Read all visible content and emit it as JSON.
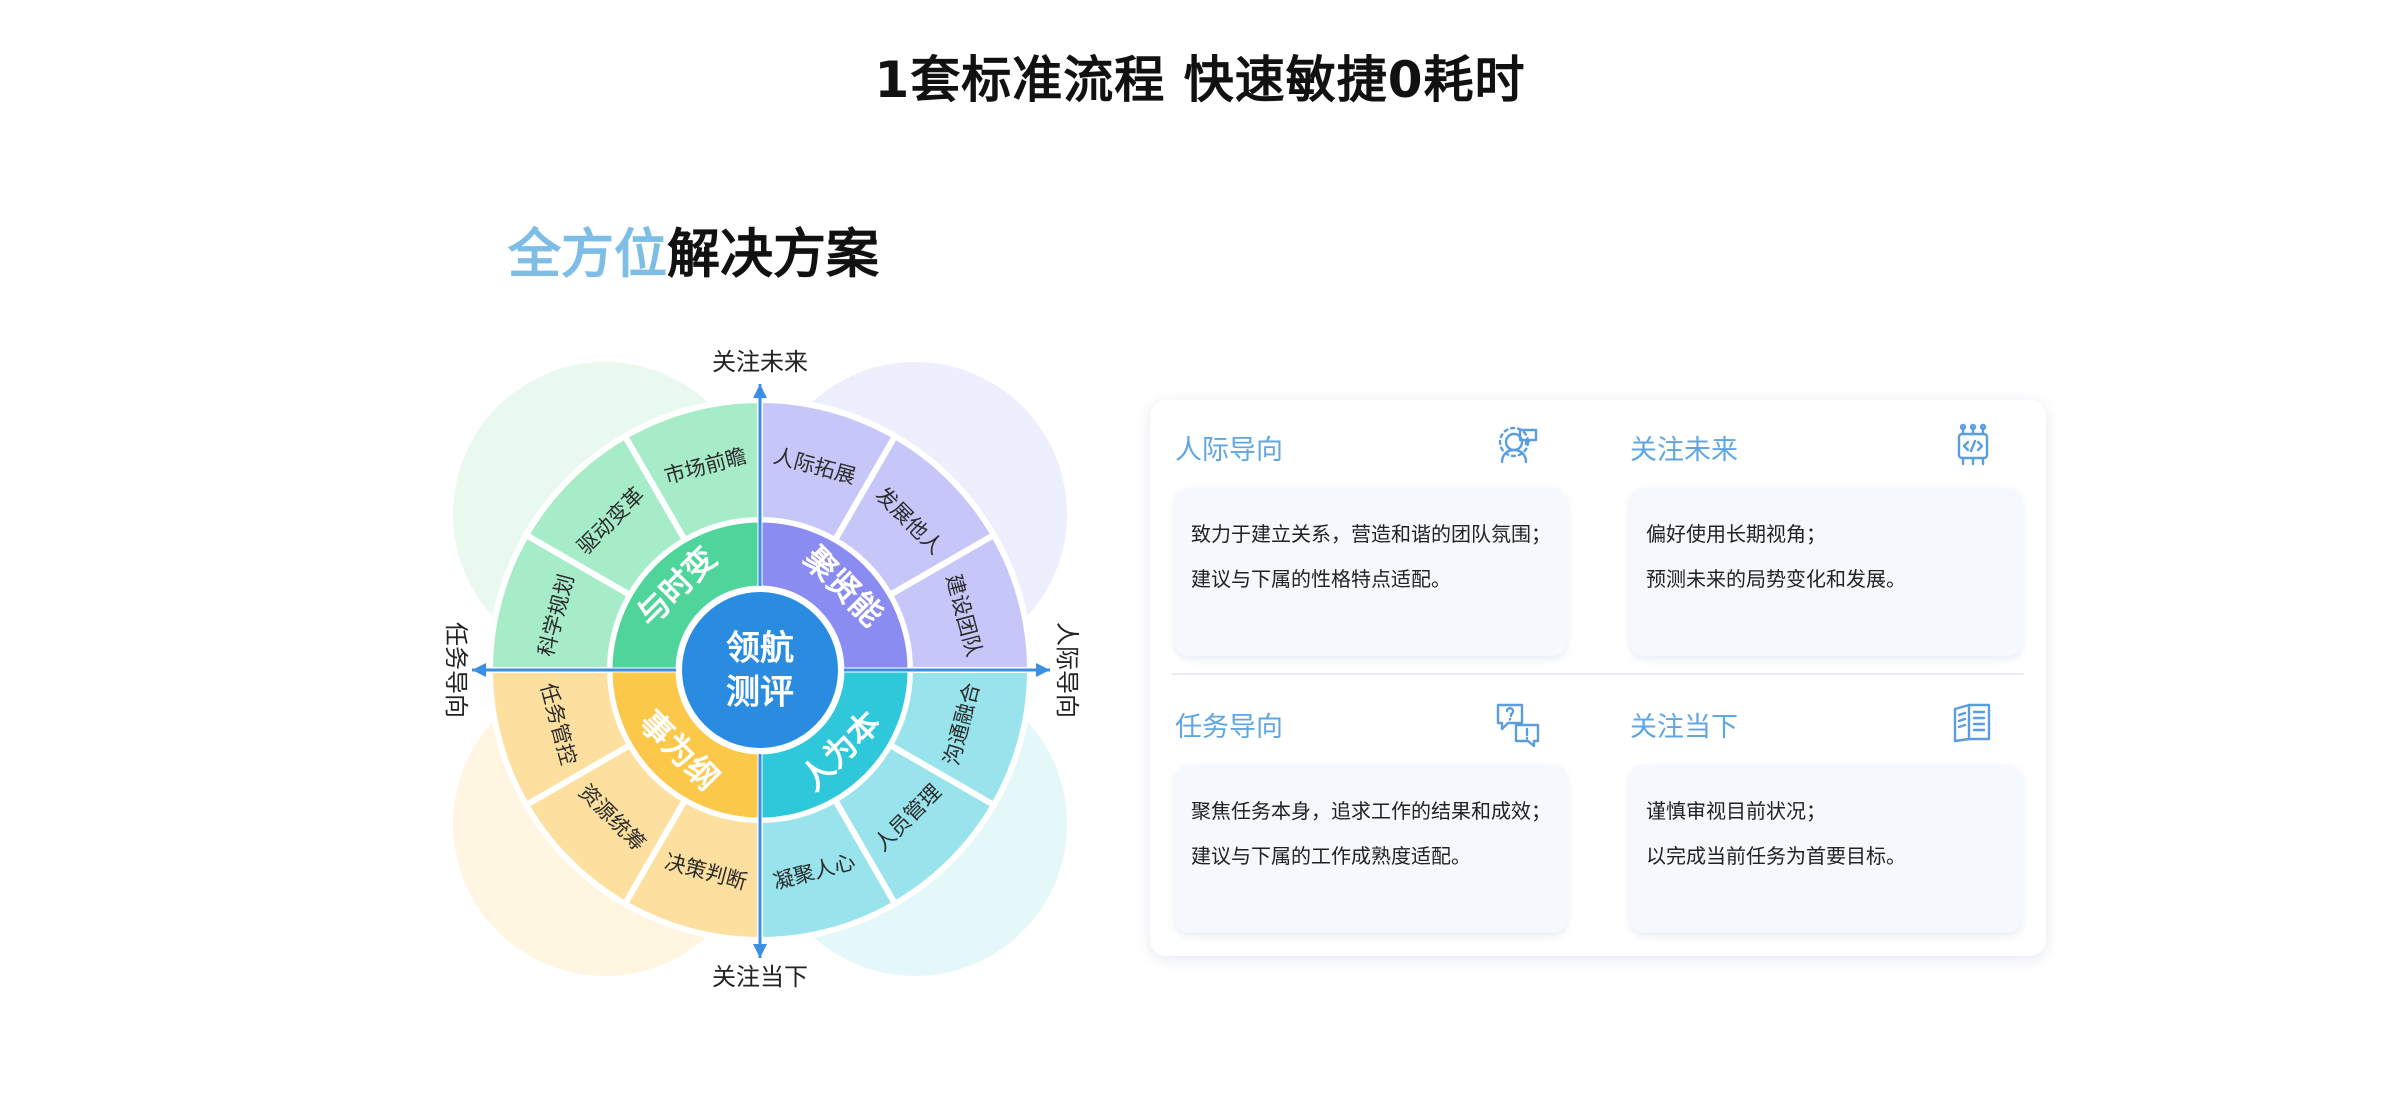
{
  "page_title": "1套标准流程 快速敏捷0耗时",
  "section_title": {
    "accent": "全方位",
    "rest": "解决方案"
  },
  "wheel": {
    "center": [
      "领航",
      "测评"
    ],
    "axes": {
      "top": "关注未来",
      "bottom": "关注当下",
      "left": "任务导向",
      "right": "人际导向"
    },
    "quadrants": [
      {
        "key": "yushibian",
        "inner": "与时变",
        "outer": [
          "科学规划",
          "驱动变革",
          "市场前瞻"
        ],
        "colors": {
          "inner": "#4fd49c",
          "outer": "#a7ecc9",
          "bubble": "#e8f8ef"
        }
      },
      {
        "key": "juxianneng",
        "inner": "聚贤能",
        "outer": [
          "人际拓展",
          "发展他人",
          "建设团队"
        ],
        "colors": {
          "inner": "#8a8cf2",
          "outer": "#c6c7f8",
          "bubble": "#eceefd"
        }
      },
      {
        "key": "renweiben",
        "inner": "人为本",
        "outer": [
          "沟通融合",
          "人员管理",
          "凝聚人心"
        ],
        "colors": {
          "inner": "#2ec8da",
          "outer": "#98e3ec",
          "bubble": "#e2f6f9"
        }
      },
      {
        "key": "shiweigang",
        "inner": "事为纲",
        "outer": [
          "决策判断",
          "资源统筹",
          "任务管控"
        ],
        "colors": {
          "inner": "#fbc84a",
          "outer": "#fde0a0",
          "bubble": "#fff5de"
        }
      }
    ],
    "center_color": "#2a8ce0",
    "axis_color": "#3c8ee0"
  },
  "panel": {
    "quadrants": [
      {
        "title": "人际导向",
        "icon": "people-chat-icon",
        "lines": [
          "致力于建立关系，营造和谐的团队氛围；",
          "建议与下属的性格特点适配。"
        ]
      },
      {
        "title": "关注未来",
        "icon": "code-device-icon",
        "lines": [
          "偏好使用长期视角；",
          "预测未来的局势变化和发展。"
        ]
      },
      {
        "title": "任务导向",
        "icon": "question-chat-icon",
        "lines": [
          "聚焦任务本身，追求工作的结果和成效；",
          "建议与下属的工作成熟度适配。"
        ]
      },
      {
        "title": "关注当下",
        "icon": "book-icon",
        "lines": [
          "谨慎审视目前状况；",
          "以完成当前任务为首要目标。"
        ]
      }
    ],
    "title_color": "#5fa6e4",
    "icon_color": "#5a9ee0"
  }
}
